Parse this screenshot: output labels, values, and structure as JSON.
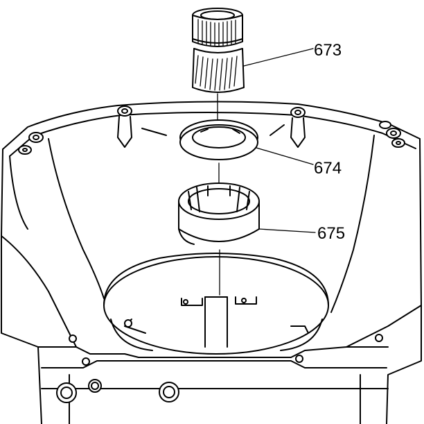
{
  "diagram": {
    "callouts": [
      {
        "id": "673",
        "label": "673"
      },
      {
        "id": "674",
        "label": "674"
      },
      {
        "id": "675",
        "label": "675"
      }
    ]
  }
}
